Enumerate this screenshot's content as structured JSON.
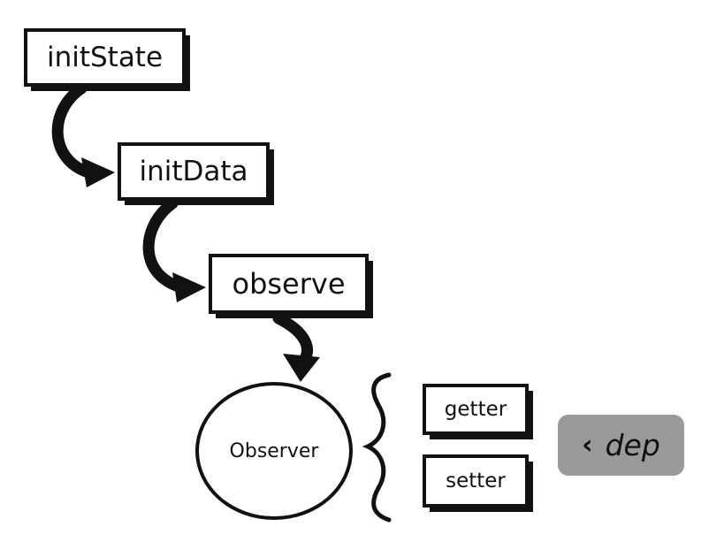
{
  "diagram": {
    "boxes": {
      "init_state": "initState",
      "init_data": "initData",
      "observe": "observe",
      "getter": "getter",
      "setter": "setter"
    },
    "observer_label": "Observer",
    "dep_badge": {
      "chevron": "‹",
      "label": "dep",
      "color": "#9a9a9a"
    }
  }
}
